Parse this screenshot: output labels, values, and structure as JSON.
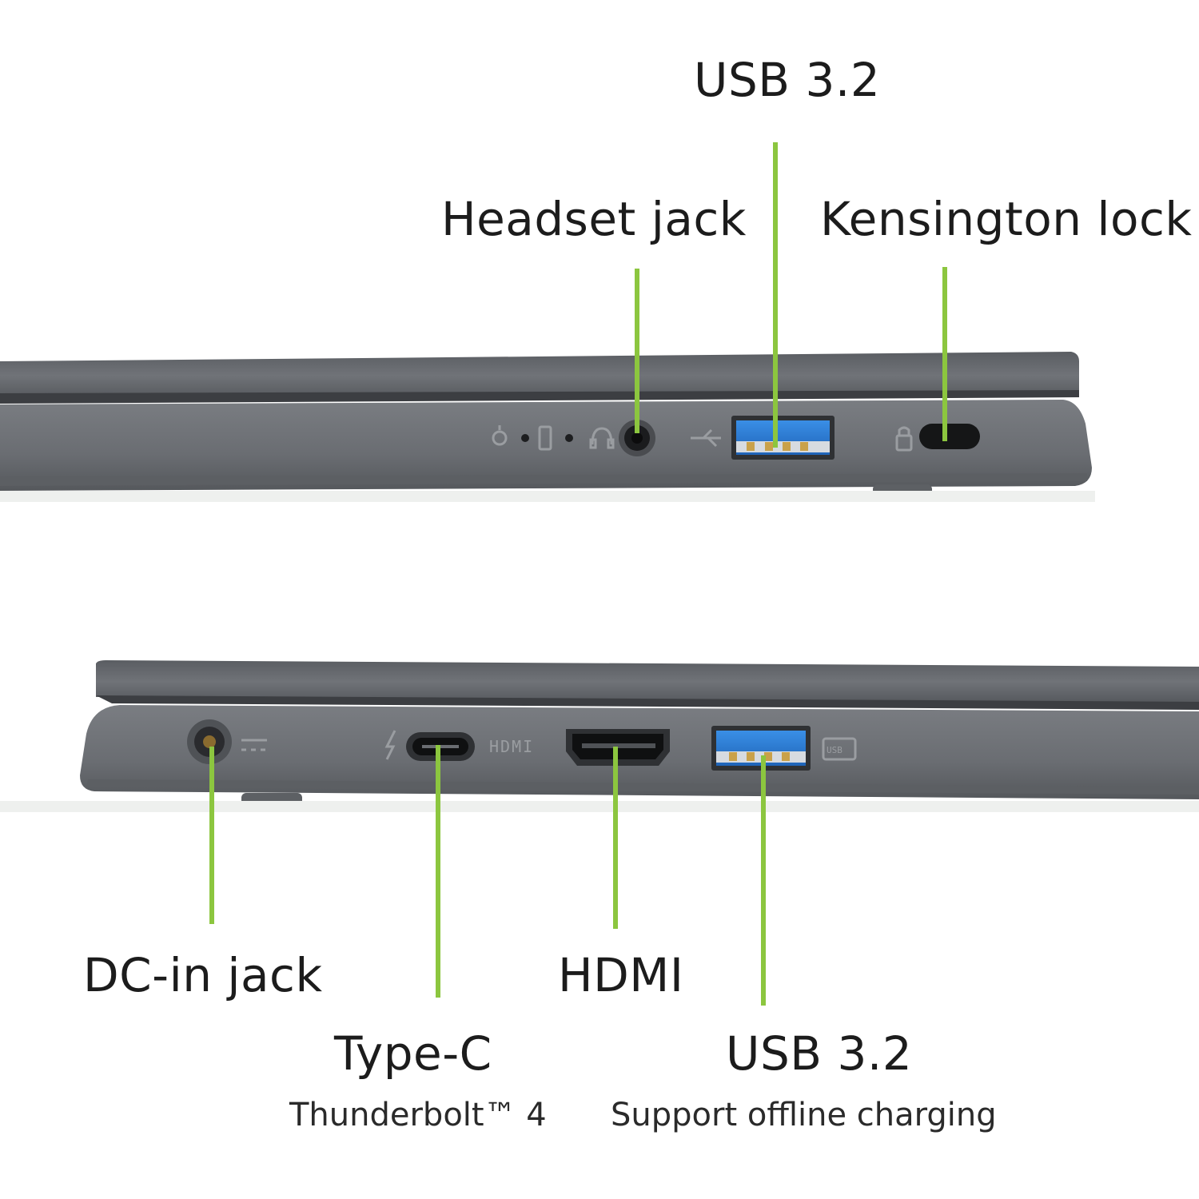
{
  "labels": {
    "headset_jack": "Headset jack",
    "usb_top": "USB 3.2",
    "kensington_lock": "Kensington lock",
    "dc_in_jack": "DC-in jack",
    "type_c": "Type-C",
    "thunderbolt": "Thunderbolt™ 4",
    "hdmi": "HDMI",
    "usb_bottom": "USB 3.2",
    "offline_charging": "Support offline charging"
  },
  "port_marks": {
    "hdmi_logo": "HDMI",
    "usb_logo": "USB"
  },
  "colors": {
    "leader_line": "#8cc63f",
    "chassis": "#6b6e73",
    "chassis_dark": "#4a4c50",
    "usb_blue": "#2f7fd6",
    "text": "#1c1c1c"
  },
  "icons": [
    "power-led-icon",
    "battery-led-icon",
    "headset-icon",
    "usb-icon",
    "lock-icon",
    "dc-icon",
    "thunderbolt-icon",
    "usb-charging-icon"
  ]
}
